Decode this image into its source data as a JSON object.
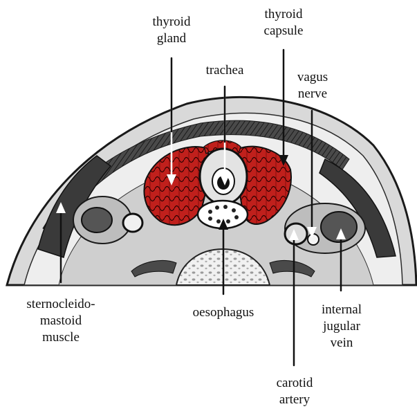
{
  "labels": {
    "thyroid_gland": "thyroid\ngland",
    "thyroid_capsule": "thyroid\ncapsule",
    "trachea": "trachea",
    "vagus_nerve": "vagus\nnerve",
    "sternocleidomastoid": "sternocleido-\nmastoid\nmuscle",
    "oesophagus": "oesophagus",
    "internal_jugular_vein": "internal\njugular\nvein",
    "carotid_artery": "carotid\nartery"
  },
  "colors": {
    "thyroid": "#c0201c",
    "muscle_dark": "#3a3a3a",
    "tissue_light": "#e6e6e6",
    "outline": "#1a1a1a",
    "arrow_on_white": "#111111",
    "arrow_on_tissue": "#ffffff"
  }
}
